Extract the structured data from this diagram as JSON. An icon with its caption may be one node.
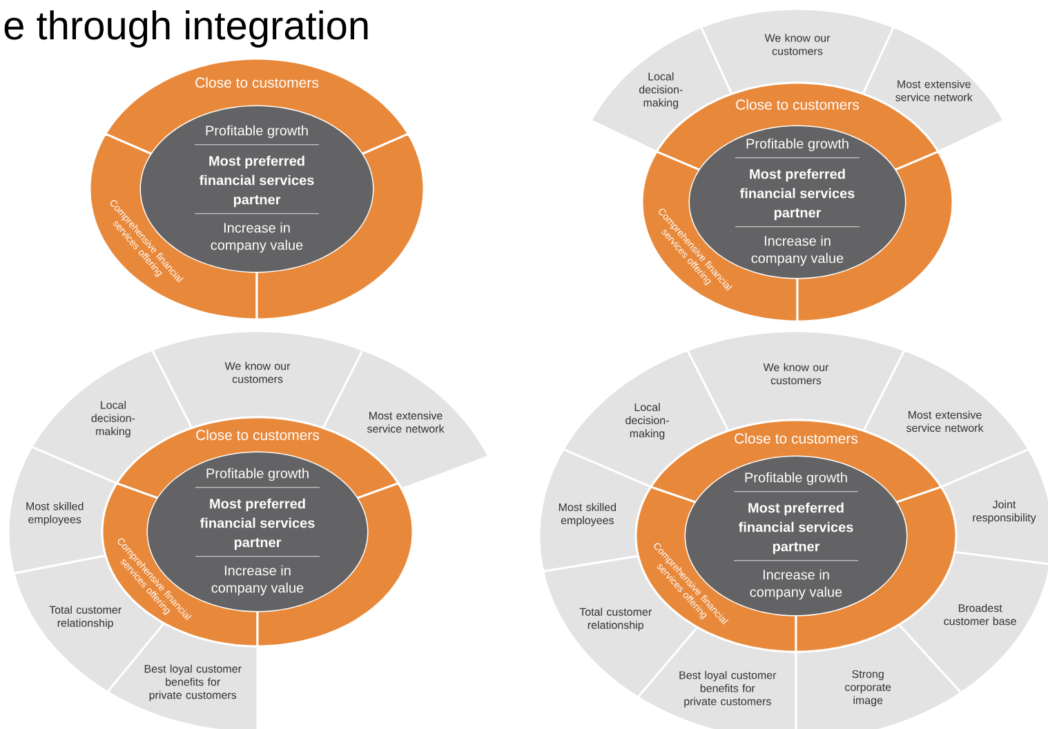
{
  "diagram": {
    "title": "e through integration",
    "nodes": [
      {
        "text": [
          "Close to customers"
        ]
      },
      {
        "text": [
          "Comprehensive financial services offering"
        ]
      },
      {
        "text": [],
        "shape": "band"
      },
      {
        "text": [
          "Profitable growth",
          "Most preferred financial services partner",
          "Increase in company value"
        ]
      },
      {
        "text": [
          "Local decision-making"
        ]
      },
      {
        "text": [
          "We know our customers"
        ]
      },
      {
        "text": [
          "Most extensive service network"
        ]
      },
      {
        "text": [
          "Close to customers"
        ]
      },
      {
        "text": [
          "Comprehensive financial services offering"
        ]
      },
      {
        "text": [],
        "shape": "band"
      },
      {
        "text": [
          "Profitable growth",
          "Most preferred financial services partner",
          "Increase in company value"
        ]
      },
      {
        "text": [
          "Local decision-making"
        ]
      },
      {
        "text": [
          "We know our customers"
        ]
      },
      {
        "text": [
          "Most extensive service network"
        ]
      },
      {
        "text": [
          "Most skilled employees"
        ]
      },
      {
        "text": [
          "Total customer relationship"
        ]
      },
      {
        "text": [
          "Best loyal customer benefits for private customers"
        ]
      },
      {
        "text": [
          "Close to customers"
        ]
      },
      {
        "text": [
          "Comprehensive financial services offering"
        ]
      },
      {
        "text": [],
        "shape": "band"
      },
      {
        "text": [
          "Profitable growth",
          "Most preferred financial services partner",
          "Increase in company value"
        ]
      },
      {
        "text": [
          "Local decision-making"
        ]
      },
      {
        "text": [
          "We know our customers"
        ]
      },
      {
        "text": [
          "Most extensive service network"
        ]
      },
      {
        "text": [
          "Most skilled employees"
        ]
      },
      {
        "text": [
          "Joint responsibility"
        ]
      },
      {
        "text": [
          "Total customer relationship"
        ]
      },
      {
        "text": [
          "Broadest customer base"
        ]
      },
      {
        "text": [
          "Best loyal customer benefits for private customers"
        ]
      },
      {
        "text": [
          "Strong corporate image"
        ]
      },
      {
        "text": [
          "Close to customers"
        ]
      },
      {
        "text": [
          "Comprehensive financial services offering"
        ]
      },
      {
        "text": [],
        "shape": "band"
      },
      {
        "text": [
          "Profitable growth",
          "Most preferred financial services partner",
          "Increase in company value"
        ]
      }
    ]
  }
}
